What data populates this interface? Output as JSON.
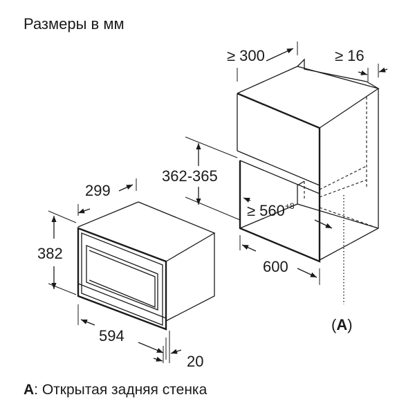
{
  "title": "Размеры в мм",
  "dimensions": {
    "depth_min": "≥ 300",
    "gap_min": "≥ 16",
    "niche_height": "362-365",
    "niche_width_base": "≥ 560",
    "niche_width_tol": "+8",
    "niche_depth": "600",
    "device_depth": "299",
    "device_height": "382",
    "device_width": "594",
    "front_thickness": "20"
  },
  "marker": {
    "open": "(",
    "letter": "A",
    "close": ")"
  },
  "legend": {
    "key": "A",
    "text": ": Открытая задняя стенка"
  }
}
